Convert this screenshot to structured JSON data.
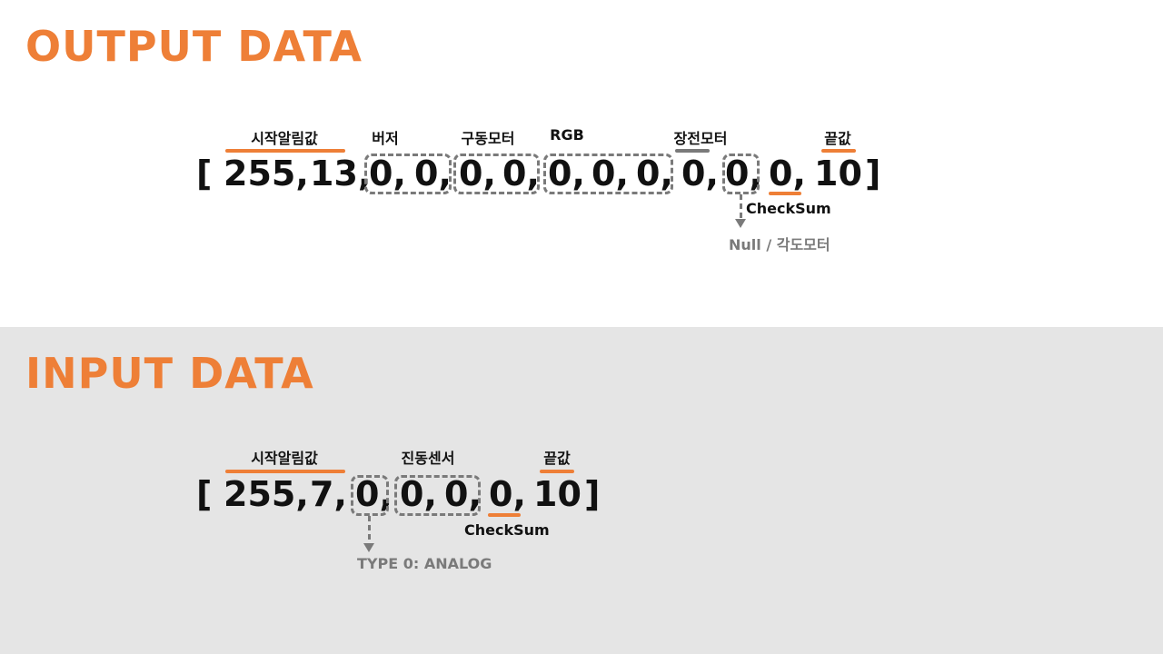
{
  "output": {
    "title": "OUTPUT DATA",
    "labels": {
      "start": "시작알림값",
      "buzzer": "버저",
      "drive_motor": "구동모터",
      "rgb": "RGB",
      "equip_motor": "장전모터",
      "end": "끝값"
    },
    "tokens": [
      "[",
      "255,",
      "13,",
      "0,",
      "0,",
      "0,",
      "0,",
      "0,",
      "0,",
      "0,",
      "0,",
      "0,",
      "0,",
      "10",
      "]"
    ],
    "checksum_label": "CheckSum",
    "note": "Null / 각도모터"
  },
  "input": {
    "title": "INPUT DATA",
    "labels": {
      "start": "시작알림값",
      "vibration": "진동센서",
      "end": "끝값"
    },
    "tokens": [
      "[",
      "255,",
      "7,",
      "0,",
      "0,",
      "0,",
      "0,",
      "10",
      "]"
    ],
    "checksum_label": "CheckSum",
    "note": "TYPE 0: ANALOG"
  },
  "colors": {
    "accent": "#ee7f37",
    "gray": "#7a7a7a",
    "panel_bg": "#e5e5e5"
  }
}
